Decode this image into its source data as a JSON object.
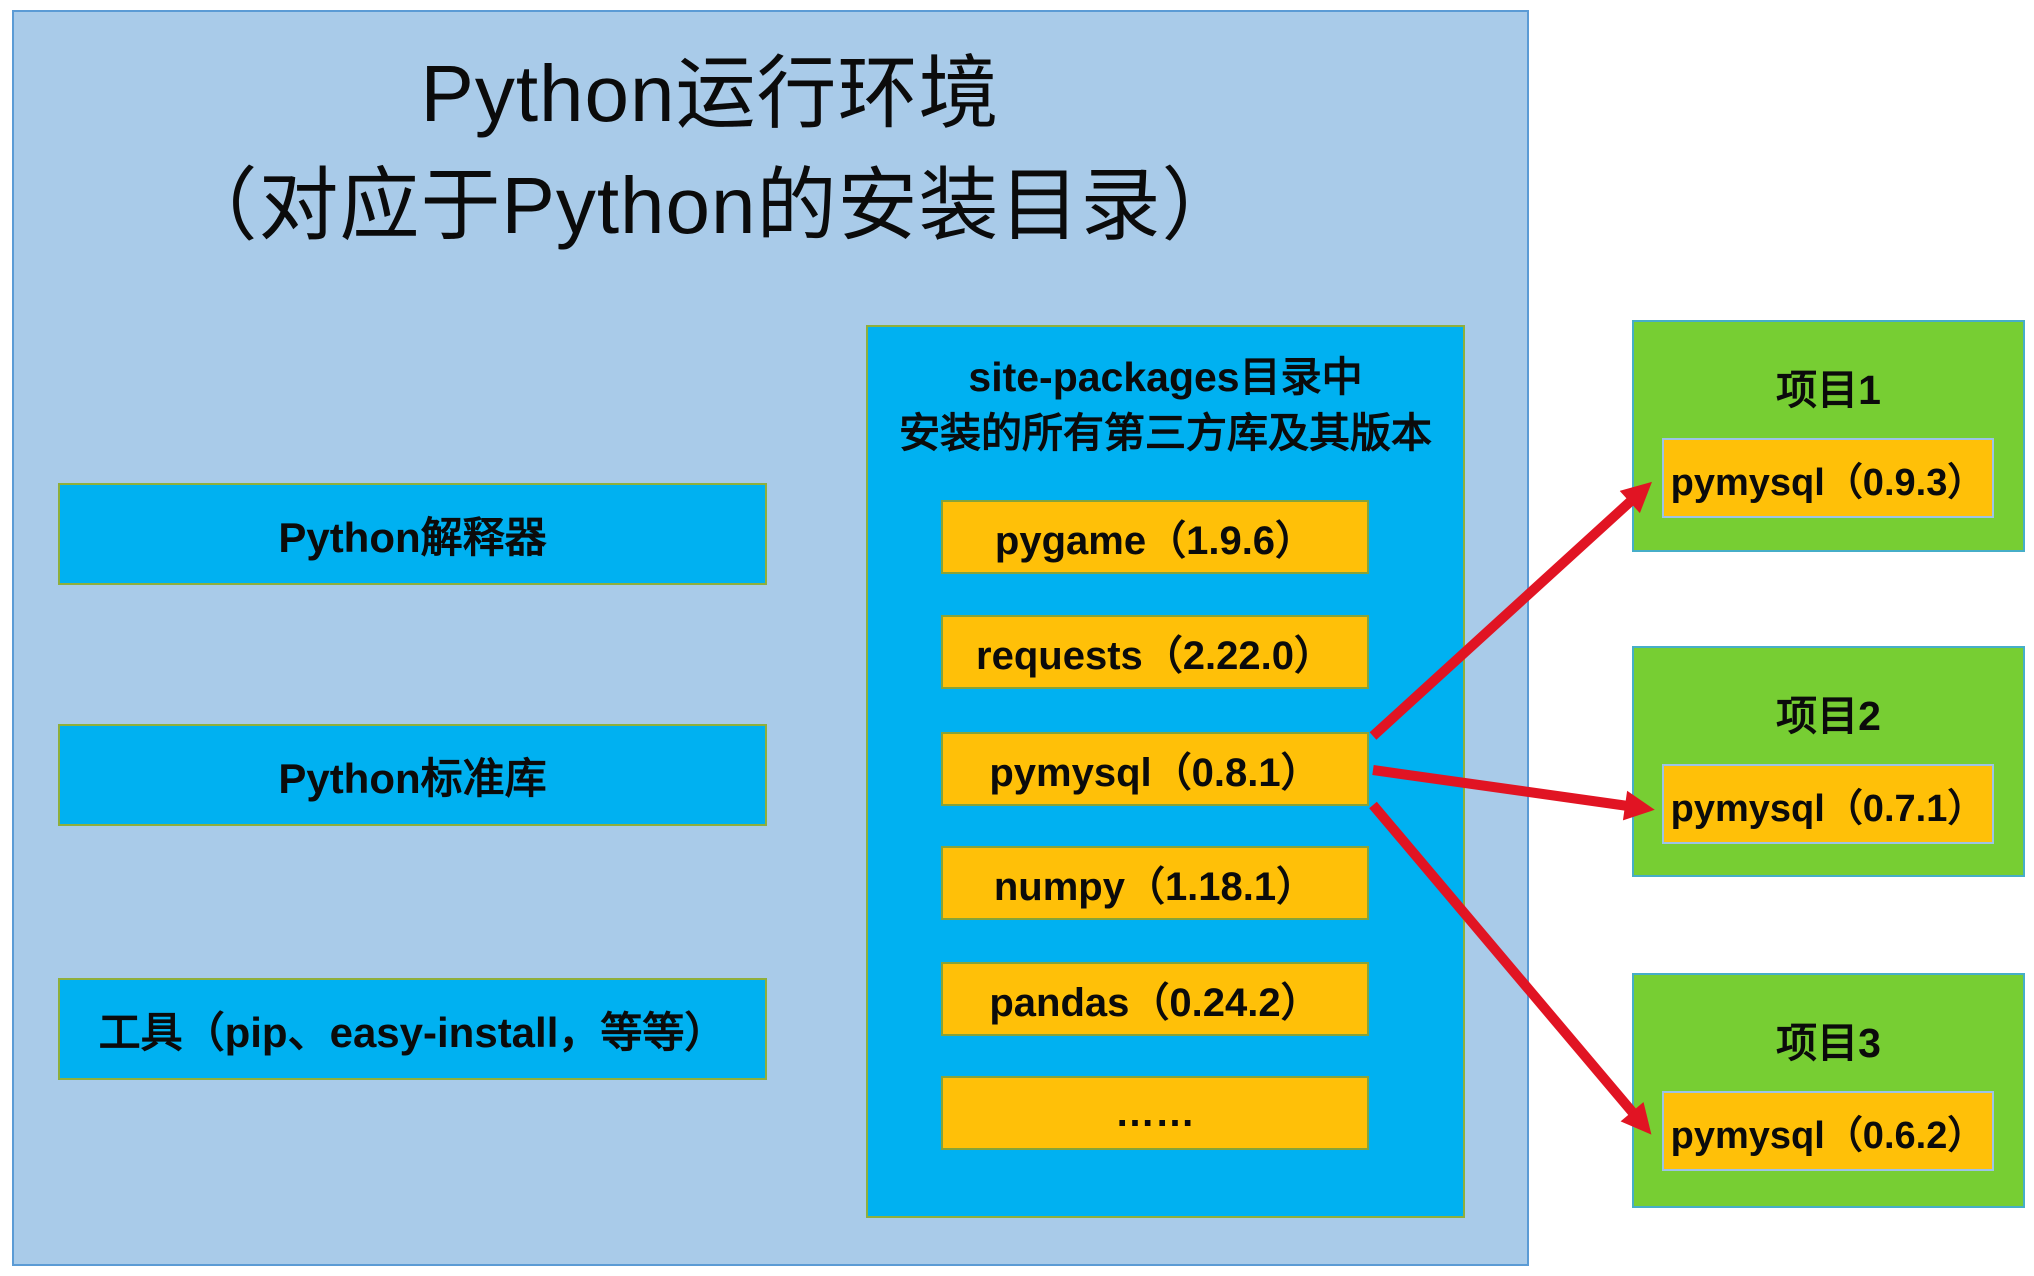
{
  "diagram_title": {
    "line1": "Python运行环境",
    "line2": "（对应于Python的安装目录）"
  },
  "runtime_env": {
    "components": [
      "Python解释器",
      "Python标准库",
      "工具（pip、easy-install，等等）"
    ]
  },
  "site_packages": {
    "heading_line1": "site-packages目录中",
    "heading_line2": "安装的所有第三方库及其版本",
    "packages": [
      "pygame（1.9.6）",
      "requests（2.22.0）",
      "pymysql（0.8.1）",
      "numpy（1.18.1）",
      "pandas（0.24.2）",
      "……"
    ]
  },
  "projects": [
    {
      "name": "项目1",
      "dependency": "pymysql（0.9.3）"
    },
    {
      "name": "项目2",
      "dependency": "pymysql（0.7.1）"
    },
    {
      "name": "项目3",
      "dependency": "pymysql（0.6.2）"
    }
  ],
  "colors": {
    "panel_bg": "#A9CBE9",
    "panel_border": "#5B9BD5",
    "cyan": "#00B1F1",
    "olive_border": "#8FAF3C",
    "orange": "#FFC008",
    "orange_border_olive": "#85A33B",
    "orange_border_blue": "#9DC3E6",
    "green": "#77CE33",
    "green_border": "#46AEC8",
    "arrow_red": "#E11423"
  }
}
